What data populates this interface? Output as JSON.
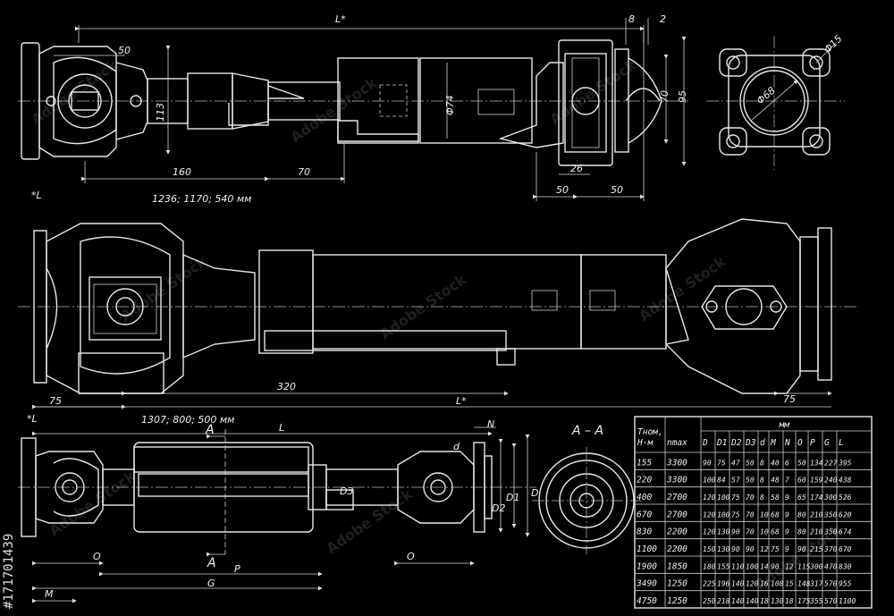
{
  "view1": {
    "labels": {
      "L_star": "L*",
      "d8": "8",
      "d2": "2",
      "d50_top": "50",
      "d113": "113",
      "d160": "160",
      "d70": "70",
      "phi74": "Φ74",
      "d26": "26",
      "d50a": "50",
      "d50b": "50",
      "d70v": "70",
      "d95": "95",
      "note_L": "*L",
      "lengths": "1236; 1170; 540 мм"
    }
  },
  "flange": {
    "phi15": "Φ15",
    "phi68": "Φ68"
  },
  "view2": {
    "labels": {
      "d320": "320",
      "d75a": "75",
      "d75b": "75",
      "L_star": "L*",
      "note_L": "*L",
      "lengths": "1307; 800; 500 мм"
    }
  },
  "view3": {
    "labels": {
      "A_top": "A",
      "A_bot": "A",
      "L": "L",
      "d": "d",
      "N": "N",
      "D3": "D3",
      "D2": "D2",
      "D1": "D1",
      "D": "D",
      "O1": "O",
      "O2": "O",
      "M": "M",
      "P": "P",
      "G": "G"
    },
    "section_title": "A – A"
  },
  "table": {
    "unit_header": "мм",
    "col_headers": [
      "Tном, H·м",
      "nmax",
      "D",
      "D1",
      "D2",
      "D3",
      "d",
      "M",
      "N",
      "O",
      "P",
      "G",
      "L"
    ],
    "rows": [
      [
        "155",
        "3300",
        "90",
        "75",
        "47",
        "50",
        "8",
        "40",
        "6",
        "50",
        "134",
        "227",
        "395"
      ],
      [
        "220",
        "3300",
        "100",
        "84",
        "57",
        "50",
        "8",
        "48",
        "7",
        "60",
        "159",
        "240",
        "438"
      ],
      [
        "400",
        "2700",
        "120",
        "100",
        "75",
        "70",
        "8",
        "58",
        "9",
        "65",
        "174",
        "300",
        "526"
      ],
      [
        "670",
        "2700",
        "120",
        "100",
        "75",
        "70",
        "10",
        "68",
        "9",
        "80",
        "210",
        "350",
        "620"
      ],
      [
        "830",
        "2200",
        "120",
        "130",
        "90",
        "70",
        "10",
        "68",
        "9",
        "80",
        "210",
        "350",
        "674"
      ],
      [
        "1100",
        "2200",
        "150",
        "130",
        "90",
        "90",
        "12",
        "75",
        "9",
        "90",
        "215",
        "370",
        "670"
      ],
      [
        "1900",
        "1850",
        "180",
        "155",
        "110",
        "100",
        "14",
        "90",
        "12",
        "115",
        "300",
        "470",
        "830"
      ],
      [
        "3490",
        "1250",
        "225",
        "196",
        "140",
        "120",
        "16",
        "108",
        "15",
        "148",
        "317",
        "570",
        "955"
      ],
      [
        "4750",
        "1250",
        "250",
        "218",
        "140",
        "140",
        "18",
        "130",
        "18",
        "175",
        "355",
        "570",
        "1100"
      ]
    ]
  },
  "watermark": {
    "text": "Adobe Stock",
    "id": "#171701439"
  },
  "colors": {
    "background": "#000000",
    "lines": "#e8e8e8"
  }
}
